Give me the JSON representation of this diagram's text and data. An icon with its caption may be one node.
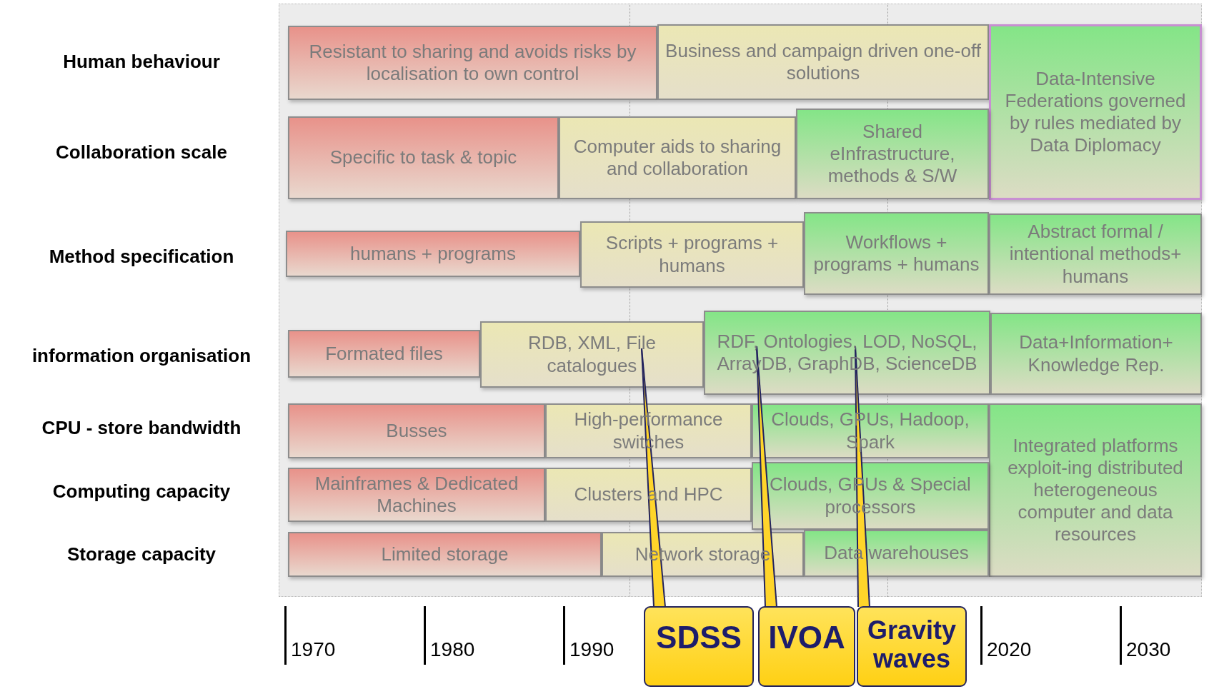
{
  "diagram": {
    "nodes": [
      {
        "text": [
          "Resistant to sharing and avoids risks by localisation to own control"
        ]
      },
      {
        "text": [
          "Business and campaign driven one-off solutions"
        ]
      },
      {
        "text": [
          "Data-Intensive Federations governed by rules mediated by Data Diplomacy"
        ]
      },
      {
        "text": [
          "Specific to task & topic"
        ]
      },
      {
        "text": [
          "Computer aids to sharing and collaboration"
        ]
      },
      {
        "text": [
          "Shared eInfrastructure, methods & S/W"
        ]
      },
      {
        "text": [
          "humans + programs"
        ]
      },
      {
        "text": [
          "Scripts + programs + humans"
        ]
      },
      {
        "text": [
          "Workflows + programs + humans"
        ]
      },
      {
        "text": [
          "Abstract formal / intentional methods+ humans"
        ]
      },
      {
        "text": [
          "Formated files"
        ]
      },
      {
        "text": [
          "RDB, XML, File catalogues"
        ]
      },
      {
        "text": [
          "RDF, Ontologies, LOD, NoSQL, ArrayDB, GraphDB, ScienceDB"
        ]
      },
      {
        "text": [
          "Data+Information+ Knowledge Rep."
        ]
      },
      {
        "text": [
          "Busses"
        ]
      },
      {
        "text": [
          "High-performance switches"
        ]
      },
      {
        "text": [
          "Clouds, GPUs, Hadoop, Spark"
        ]
      },
      {
        "text": [
          "Integrated platforms exploit-ing distributed heterogeneous computer and data resources"
        ]
      },
      {
        "text": [
          "Mainframes & Dedicated Machines"
        ]
      },
      {
        "text": [
          "Clusters and HPC"
        ]
      },
      {
        "text": [
          "Clouds, GPUs & Special processors"
        ]
      },
      {
        "text": [
          "Limited storage"
        ]
      },
      {
        "text": [
          "Network storage"
        ]
      },
      {
        "text": [
          "Data warehouses"
        ]
      },
      {
        "text": [
          "SDSS"
        ]
      },
      {
        "text": [
          "IVOA"
        ]
      },
      {
        "text": [
          "Gravity waves"
        ]
      }
    ],
    "edges": [
      {
        "from": 24,
        "to": 11,
        "arrow": "none"
      },
      {
        "from": 25,
        "to": 12,
        "arrow": "none"
      },
      {
        "from": 26,
        "to": 12,
        "arrow": "none"
      }
    ],
    "labels": [
      "Human behaviour",
      "Collaboration scale",
      "Method specification",
      "information organisation",
      "CPU - store bandwidth",
      "Computing capacity",
      "Storage capacity",
      "1970",
      "1980",
      "1990",
      "2020",
      "2030"
    ]
  }
}
